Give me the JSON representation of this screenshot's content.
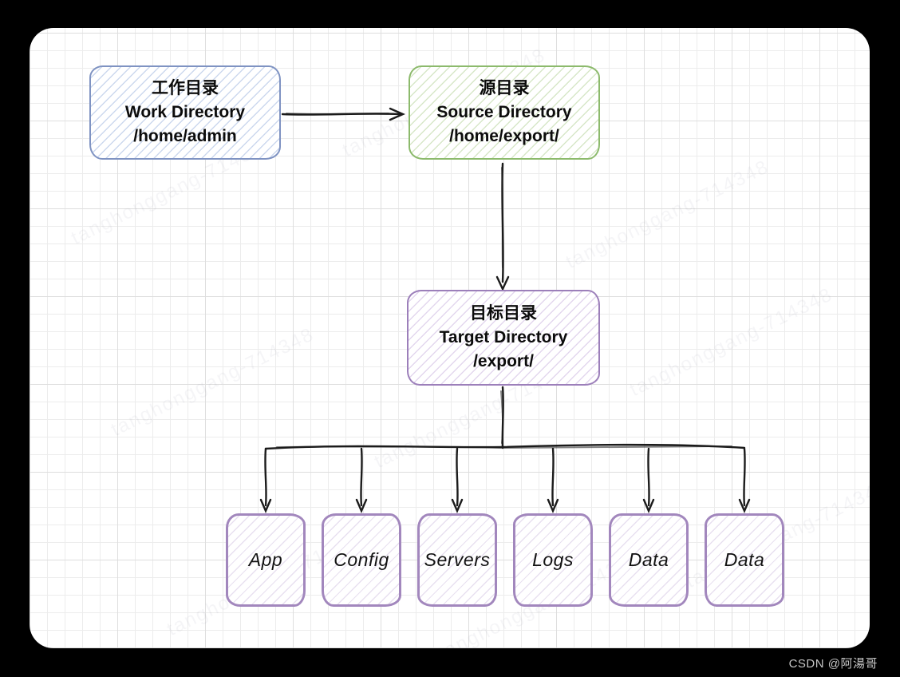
{
  "credit": "CSDN @阿湯哥",
  "watermark": "tanghonggang-714348",
  "colors": {
    "page_bg": "#000000",
    "canvas_bg": "#ffffff",
    "grid_minor": "#ececec",
    "grid_major": "#dedede",
    "work_border": "#7f93c2",
    "work_hatch": "#ccd8ee",
    "source_border": "#8cba6c",
    "source_hatch": "#d7e7c8",
    "target_border": "#9c7fba",
    "target_hatch": "#e3d7ee",
    "child_border": "#a287bd",
    "child_hatch": "#e8e0f0",
    "arrow": "#1b1b1b"
  },
  "nodes": {
    "work": {
      "title_zh": "工作目录",
      "title_en": "Work Directory",
      "path": "/home/admin"
    },
    "source": {
      "title_zh": "源目录",
      "title_en": "Source Directory",
      "path": "/home/export/"
    },
    "target": {
      "title_zh": "目标目录",
      "title_en": "Target Directory",
      "path": "/export/"
    }
  },
  "folders": [
    "App",
    "Config",
    "Servers",
    "Logs",
    "Data",
    "Data"
  ]
}
